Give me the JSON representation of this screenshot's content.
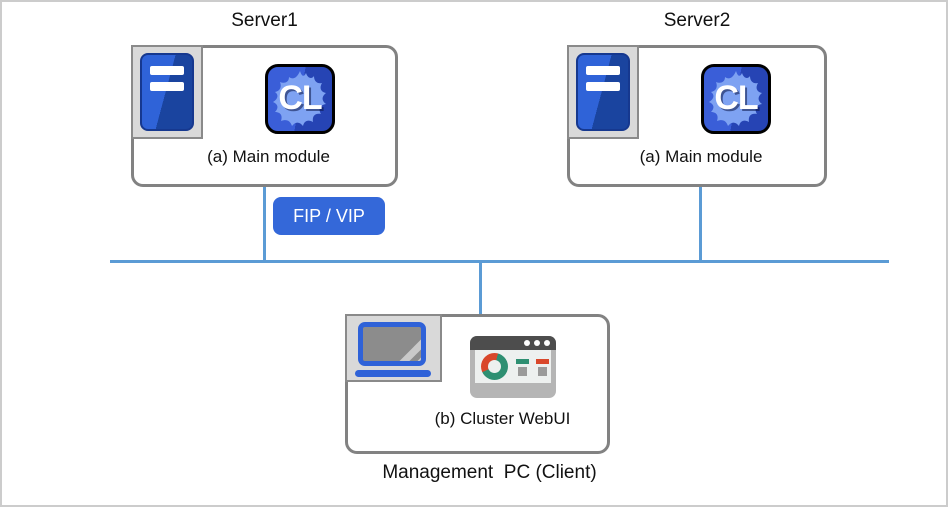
{
  "nodes": {
    "server1": {
      "title": "Server1",
      "module_label": "(a) Main module"
    },
    "server2": {
      "title": "Server2",
      "module_label": "(a) Main module"
    },
    "management_pc": {
      "module_label": "(b) Cluster WebUI",
      "caption": "Management  PC (Client)"
    }
  },
  "badge": {
    "label": "FIP / VIP"
  },
  "icons": {
    "cl_text": "CL",
    "server_icon": "server-tower-icon",
    "laptop_icon": "laptop-icon",
    "webui_icon": "browser-dashboard-icon"
  },
  "colors": {
    "network_line": "#5b9bd5",
    "box_border": "#828282",
    "badge_background": "#3468d9",
    "icon_blue": "#2f62d8",
    "cl_background": "#2a53c8",
    "cl_splash": "#7ea2f2",
    "frame_gray": "#d9d9d9",
    "donut_teal": "#2e8f72",
    "donut_red": "#d9472b"
  }
}
